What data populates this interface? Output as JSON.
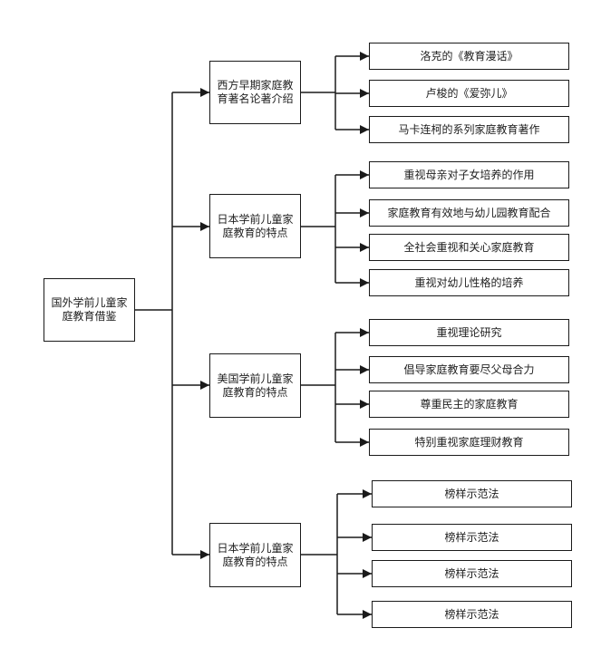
{
  "colors": {
    "line": "#1a1a1a",
    "border": "#1a1a1a",
    "text": "#222222"
  },
  "root": {
    "label": "国外学前儿童家庭教育借鉴"
  },
  "branches": [
    {
      "label": "西方早期家庭教育著名论著介绍",
      "children": [
        "洛克的《教育漫话》",
        "卢梭的《爱弥儿》",
        "马卡连柯的系列家庭教育著作"
      ]
    },
    {
      "label": "日本学前儿童家庭教育的特点",
      "children": [
        "重视母亲对子女培养的作用",
        "家庭教育有效地与幼儿园教育配合",
        "全社会重视和关心家庭教育",
        "重视对幼儿性格的培养"
      ]
    },
    {
      "label": "美国学前儿童家庭教育的特点",
      "children": [
        "重视理论研究",
        "倡导家庭教育要尽父母合力",
        "尊重民主的家庭教育",
        "特别重视家庭理财教育"
      ]
    },
    {
      "label": "日本学前儿童家庭教育的特点",
      "children": [
        "榜样示范法",
        "榜样示范法",
        "榜样示范法",
        "榜样示范法"
      ]
    }
  ]
}
